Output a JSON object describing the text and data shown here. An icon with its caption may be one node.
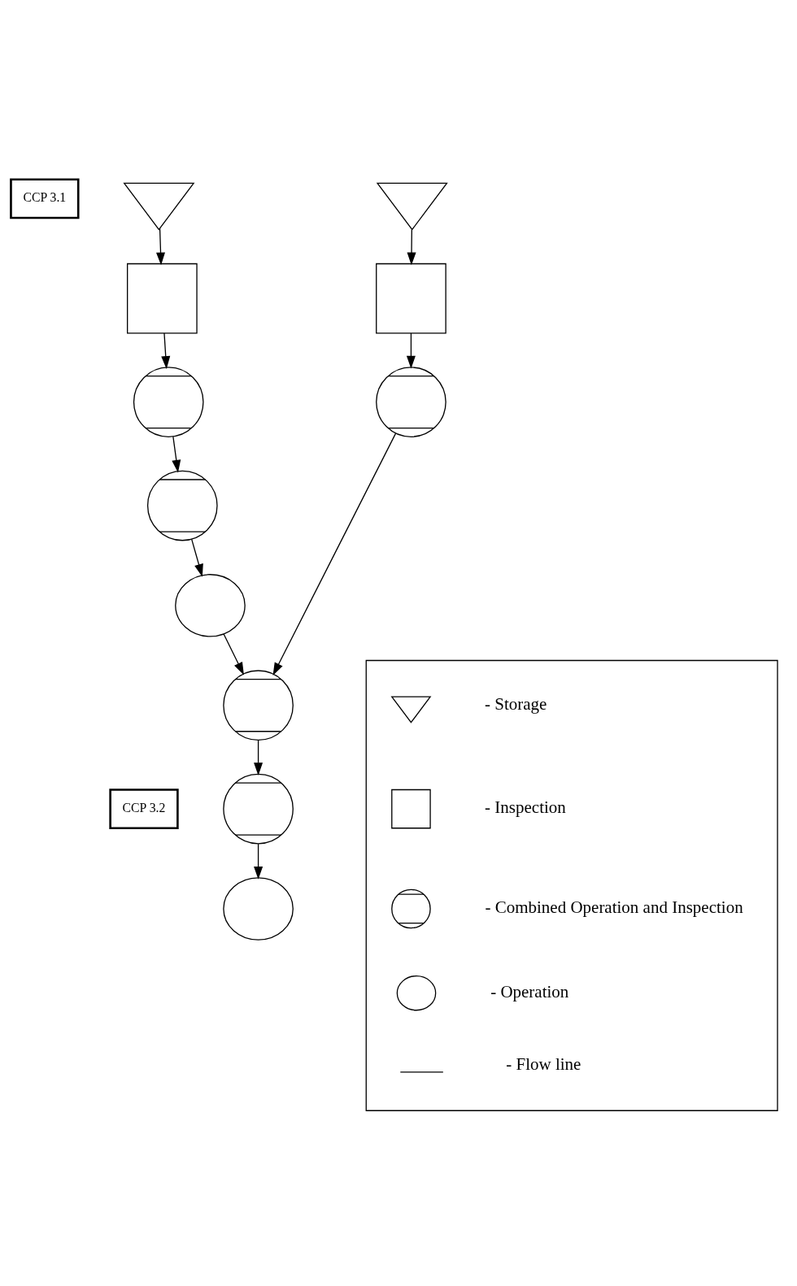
{
  "diagram": {
    "nodes": [
      {
        "text": [
          "CCP 3.1"
        ]
      },
      {
        "text": [],
        "shape": "triangle"
      },
      {
        "text": [],
        "shape": "triangle"
      },
      {
        "text": [],
        "shape": "box"
      },
      {
        "text": [],
        "shape": "box"
      },
      {
        "text": [],
        "shape": "combined"
      },
      {
        "text": [],
        "shape": "combined"
      },
      {
        "text": [],
        "shape": "combined"
      },
      {
        "text": [],
        "shape": "circle"
      },
      {
        "text": [],
        "shape": "combined"
      },
      {
        "text": [
          "CCP 3.2"
        ]
      },
      {
        "text": [],
        "shape": "combined"
      },
      {
        "text": [],
        "shape": "circle"
      },
      {
        "text": [],
        "shape": "box"
      },
      {
        "text": [],
        "shape": "triangle",
        "in": 13
      },
      {
        "text": [],
        "shape": "box",
        "in": 13
      },
      {
        "text": [],
        "shape": "combined",
        "in": 13
      },
      {
        "text": [],
        "shape": "circle",
        "in": 13
      }
    ],
    "edges": [
      {
        "from": 1,
        "to": 3,
        "arrow": "to"
      },
      {
        "from": 3,
        "to": 5,
        "arrow": "to"
      },
      {
        "from": 5,
        "to": 7,
        "arrow": "to"
      },
      {
        "from": 7,
        "to": 8,
        "arrow": "to"
      },
      {
        "from": 8,
        "to": 9,
        "arrow": "to"
      },
      {
        "from": 9,
        "to": 11,
        "arrow": "to"
      },
      {
        "from": 11,
        "to": 12,
        "arrow": "to"
      },
      {
        "from": 2,
        "to": 4,
        "arrow": "to"
      },
      {
        "from": 4,
        "to": 6,
        "arrow": "to"
      },
      {
        "from": 6,
        "to": 9,
        "arrow": "to"
      }
    ],
    "legend": [
      {
        "text": "- Storage"
      },
      {
        "text": "- Inspection"
      },
      {
        "text": "- Combined Operation and Inspection"
      },
      {
        "text": "- Operation"
      },
      {
        "text": "- Flow line"
      }
    ]
  }
}
